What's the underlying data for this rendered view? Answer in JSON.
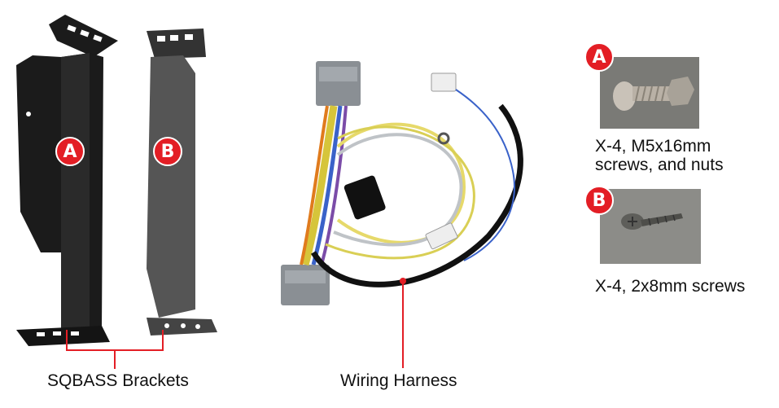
{
  "badges": {
    "a": "A",
    "b": "B"
  },
  "captions": {
    "brackets": "SQBASS Brackets",
    "harness": "Wiring Harness",
    "screws_a_line1": "X-4, M5x16mm",
    "screws_a_line2": "screws, and nuts",
    "screws_b": "X-4, 2x8mm screws"
  },
  "colors": {
    "badge": "#e31e25",
    "leader": "#e31e25",
    "bracket_a": "#1b1b1b",
    "bracket_b": "#555555"
  }
}
